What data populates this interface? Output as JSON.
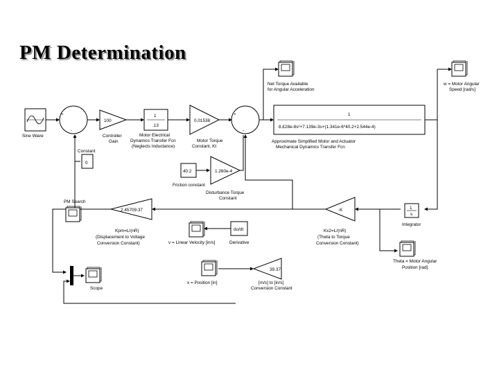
{
  "title": "PM Determination",
  "blocks": {
    "sine_wave": "Sine Wave",
    "controller_gain": {
      "value": "100",
      "label_1": "Controller",
      "label_2": "Gain"
    },
    "constant": {
      "value": "0",
      "label": "Constant"
    },
    "motor_electrical": {
      "num": "1",
      "den": ".13",
      "label_1": "Motor Electrical",
      "label_2": "Dynamics Transfer Fcn",
      "label_3": "(Neglects Inductance)"
    },
    "motor_torque_const": {
      "value": "0.01538",
      "label_1": "Motor Torque",
      "label_2": "Constant, Kt"
    },
    "friction_constant": {
      "value": "40.2",
      "label": "Friction constant"
    },
    "disturbance_torque": {
      "value": "1.260e-4",
      "label_1": "Disturbance Torque",
      "label_2": "Constant"
    },
    "net_torque_scope": {
      "label_1": "Net Torque Available",
      "label_2": "for Angular Acceleration"
    },
    "motor_speed_scope": {
      "label_1": "w = Motor Angular",
      "label_2": "Speed [rad/s]"
    },
    "mech_tf": {
      "num": "1",
      "den": "8.£28e-8s²+7.139e-3s+(1.341e-6*40.2+2.544e-4)",
      "label_1": "Approximate Simplified Motor and Actuator",
      "label_2": "Mechanical Dynamics Transfer Fcn"
    },
    "integrator": {
      "num": "1",
      "den": "s",
      "label": "Integrator"
    },
    "theta_scope": {
      "label_1": "Theta = Motor Angular",
      "label_2": "Position [rad]"
    },
    "kx2": {
      "value": "-K",
      "label_1": "Kx2=L/(nR)",
      "label_2": "(Theta to Torque",
      "label_3": "Conversion Constant)"
    },
    "kpm_gain": {
      "value": "2.45709.37",
      "label_1": "Kpm=L/(nR)",
      "label_2": "(Displacement to Voltage",
      "label_3": "Conversion Constant)"
    },
    "pm_search": "PM Search",
    "velocity_scope": "v = Linear Velocity [in/s]",
    "derivative": {
      "value": "du/dt",
      "label": "Derivative"
    },
    "position_scope": "x = Position [in]",
    "conversion": {
      "value": "39.37",
      "label_1": "[m/s] to [in/s]",
      "label_2": "Conversion Constant"
    },
    "scope": "Scope"
  }
}
